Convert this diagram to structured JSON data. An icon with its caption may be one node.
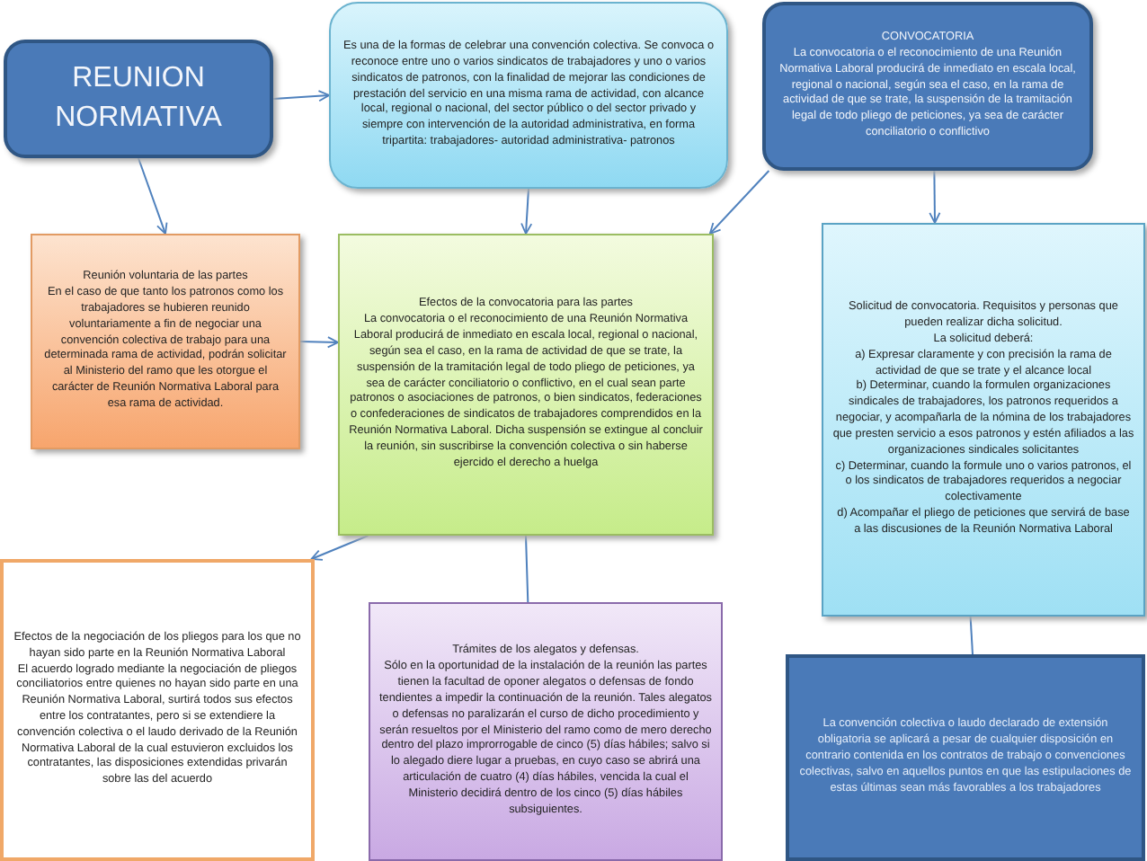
{
  "diagram": {
    "nodes": [
      {
        "text": [
          "REUNION NORMATIVA"
        ]
      },
      {
        "text": [
          "Es una de la formas de celebrar una convención colectiva. Se convoca o reconoce entre uno o varios sindicatos de trabajadores y uno o varios sindicatos de patronos, con la finalidad de mejorar las condiciones de prestación del servicio en una misma rama de actividad, con alcance local, regional o nacional, del sector público o del sector privado y siempre con intervención de la autoridad administrativa, en forma tripartita: trabajadores- autoridad administrativa- patronos"
        ]
      },
      {
        "text": [
          "CONVOCATORIA",
          "La convocatoria o el reconocimiento de una Reunión Normativa Laboral producirá de inmediato en escala local, regional o nacional, según sea el caso, en la rama de actividad de que se trate, la suspensión de la tramitación legal de todo pliego de peticiones, ya sea de carácter conciliatorio o conflictivo"
        ]
      },
      {
        "text": [
          "Reunión voluntaria de las partes",
          "En el caso de que tanto los patronos como los trabajadores se hubieren reunido voluntariamente a fin de negociar una convención colectiva de trabajo para una determinada rama de actividad, podrán solicitar al Ministerio del ramo que les otorgue el carácter de Reunión Normativa Laboral para esa rama de actividad."
        ]
      },
      {
        "text": [
          "Efectos de la convocatoria para las partes",
          "La convocatoria o el reconocimiento de una Reunión Normativa Laboral producirá de inmediato en escala local, regional o nacional, según sea el caso, en la rama de actividad de que se trate, la suspensión de la tramitación legal de todo pliego de peticiones, ya sea de carácter conciliatorio o conflictivo, en el cual sean parte patronos o asociaciones de patronos, o bien sindicatos, federaciones o confederaciones de sindicatos de trabajadores comprendidos en la Reunión Normativa Laboral. Dicha suspensión se extingue al concluir la reunión, sin suscribirse la convención colectiva o sin haberse ejercido el derecho a huelga"
        ]
      },
      {
        "text": [
          "Solicitud de convocatoria. Requisitos y personas que pueden realizar dicha solicitud.",
          "La solicitud deberá:",
          "a) Expresar claramente y con precisión la rama de actividad de que se trate y el alcance local",
          "b) Determinar, cuando la formulen organizaciones sindicales de trabajadores, los patronos requeridos a negociar, y acompañarla de la nómina de los trabajadores que presten servicio a esos patronos y estén afiliados a las organizaciones sindicales solicitantes",
          "c) Determinar, cuando la formule uno o varios patronos, el o los sindicatos de trabajadores requeridos a negociar colectivamente",
          "d) Acompañar el pliego de peticiones que servirá de base a las discusiones de la Reunión Normativa Laboral"
        ]
      },
      {
        "text": [
          "Efectos de la negociación de los pliegos para los que no hayan sido parte en la Reunión Normativa Laboral",
          "El acuerdo logrado mediante la negociación de pliegos conciliatorios entre quienes no hayan sido parte en una Reunión Normativa Laboral, surtirá todos sus efectos entre los contratantes, pero si se extendiere la convención colectiva o el laudo derivado de la Reunión Normativa Laboral de la cual estuvieron excluidos los contratantes, las disposiciones extendidas privarán sobre las del acuerdo"
        ]
      },
      {
        "text": [
          "Trámites de los alegatos y defensas.",
          "Sólo en la oportunidad de la instalación de la reunión las partes tienen la facultad de oponer alegatos o defensas de fondo tendientes a impedir la continuación de la reunión. Tales alegatos o defensas no paralizarán el curso de dicho procedimiento y serán resueltos por el Ministerio del ramo como de mero derecho dentro del plazo improrrogable de cinco (5) días hábiles; salvo si lo alegado diere lugar a pruebas, en cuyo caso se abrirá una articulación de cuatro (4) días hábiles, vencida la cual el Ministerio decidirá dentro de los cinco (5) días hábiles subsiguientes."
        ]
      },
      {
        "text": [
          "La convención colectiva o laudo declarado de extensión obligatoria se aplicará a pesar de cualquier disposición en contrario contenida en los contratos de trabajo o convenciones colectivas, salvo en aquellos puntos en que las estipulaciones de estas últimas sean más favorables a los trabajadores"
        ]
      }
    ],
    "edges": [
      {
        "from": 0,
        "to": 1,
        "arrow": "to"
      },
      {
        "from": 0,
        "to": 3,
        "arrow": "to"
      },
      {
        "from": 1,
        "to": 4,
        "arrow": "to"
      },
      {
        "from": 2,
        "to": 4,
        "arrow": "to"
      },
      {
        "from": 2,
        "to": 5,
        "arrow": "to"
      },
      {
        "from": 3,
        "to": 4,
        "arrow": "to"
      },
      {
        "from": 4,
        "to": 6,
        "arrow": "to"
      },
      {
        "from": 4,
        "to": 7,
        "arrow": "none"
      },
      {
        "from": 5,
        "to": 8,
        "arrow": "none"
      }
    ]
  }
}
